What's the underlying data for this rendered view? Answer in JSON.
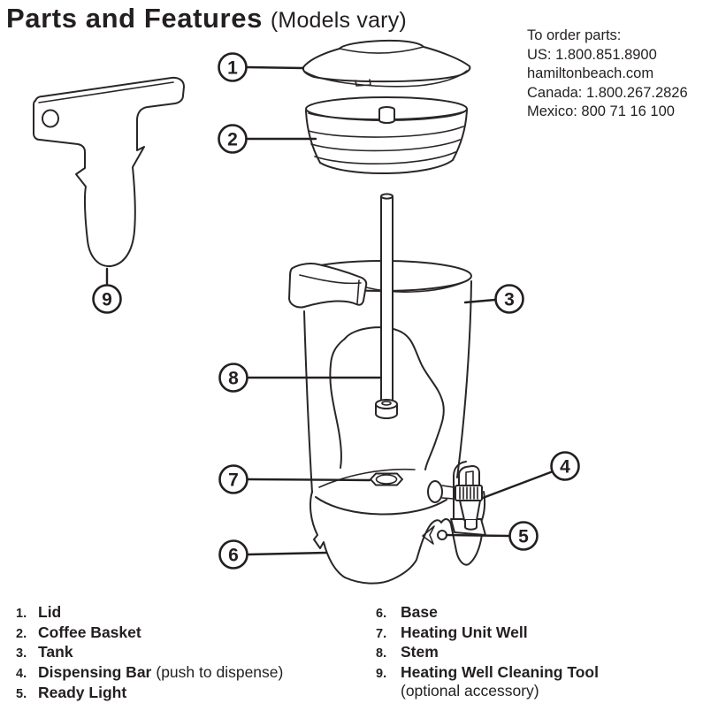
{
  "header": {
    "title": "Parts and Features",
    "subtitle": "(Models vary)"
  },
  "order_info": {
    "heading": "To order parts:",
    "lines": [
      "US: 1.800.851.8900",
      "hamiltonbeach.com",
      "Canada: 1.800.267.2826",
      "Mexico: 800 71 16 100"
    ]
  },
  "diagram": {
    "description": "Exploded line drawing of coffee urn with numbered callouts and heating well cleaning tool",
    "callouts": [
      {
        "label": "1",
        "part": "Lid"
      },
      {
        "label": "2",
        "part": "Coffee Basket"
      },
      {
        "label": "3",
        "part": "Tank"
      },
      {
        "label": "4",
        "part": "Dispensing Bar"
      },
      {
        "label": "5",
        "part": "Ready Light"
      },
      {
        "label": "6",
        "part": "Base"
      },
      {
        "label": "7",
        "part": "Heating Unit Well"
      },
      {
        "label": "8",
        "part": "Stem"
      },
      {
        "label": "9",
        "part": "Heating Well Cleaning Tool"
      }
    ]
  },
  "parts_list": {
    "left": [
      {
        "num": "1.",
        "name": "Lid",
        "note": ""
      },
      {
        "num": "2.",
        "name": "Coffee Basket",
        "note": ""
      },
      {
        "num": "3.",
        "name": "Tank",
        "note": ""
      },
      {
        "num": "4.",
        "name": "Dispensing Bar",
        "note": "(push to dispense)"
      },
      {
        "num": "5.",
        "name": "Ready Light",
        "note": ""
      }
    ],
    "right": [
      {
        "num": "6.",
        "name": "Base",
        "note": ""
      },
      {
        "num": "7.",
        "name": "Heating Unit Well",
        "note": ""
      },
      {
        "num": "8.",
        "name": "Stem",
        "note": ""
      },
      {
        "num": "9.",
        "name": "Heating Well Cleaning Tool",
        "note": "(optional accessory)"
      }
    ]
  },
  "colors": {
    "ink": "#231f20",
    "art_line": "#2a2627",
    "paper": "#ffffff"
  }
}
